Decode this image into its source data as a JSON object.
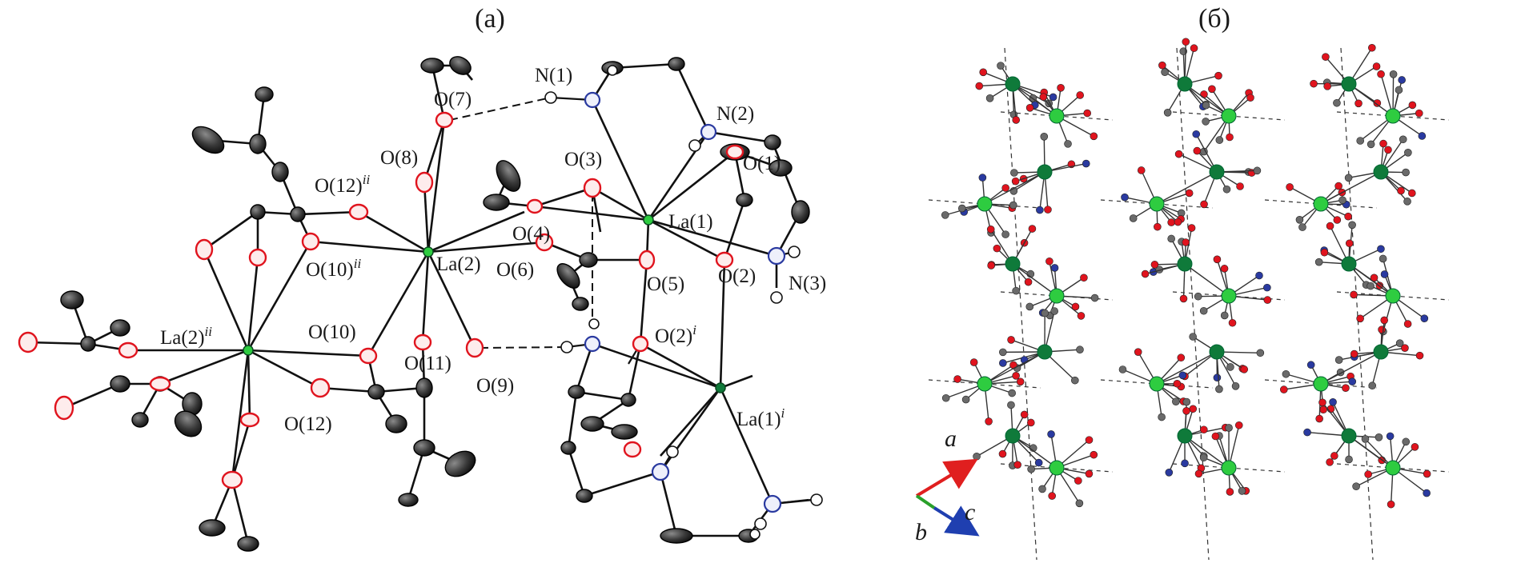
{
  "panel_a": {
    "title": "(a)",
    "labels": {
      "n1": "N(1)",
      "o7": "O(7)",
      "n2": "N(2)",
      "o8": "O(8)",
      "o3": "O(3)",
      "o1": "O(1)",
      "o12ii": "O(12)",
      "o12ii_sup": "ii",
      "o4": "O(4)",
      "la1": "La(1)",
      "o10ii": "O(10)",
      "o10ii_sup": "ii",
      "la2": "La(2)",
      "o6": "O(6)",
      "o5": "O(5)",
      "o2": "O(2)",
      "n3": "N(3)",
      "la2ii": "La(2)",
      "la2ii_sup": "ii",
      "o10": "O(10)",
      "o11": "O(11)",
      "o2i": "O(2)",
      "o2i_sup": "i",
      "o9": "O(9)",
      "o12": "O(12)",
      "la1i": "La(1)",
      "la1i_sup": "i"
    }
  },
  "panel_b": {
    "title": "(б)",
    "axes": {
      "a": "a",
      "b": "b",
      "c": "c"
    }
  },
  "colors": {
    "carbon": "#3a3a3a",
    "oxygen": "#e0141e",
    "nitrogen": "#2a3aa0",
    "la_light": "#2ecc40",
    "la_dark": "#0f7a3a",
    "axis_a": "#e01f1f",
    "axis_b": "#2aa02a",
    "axis_c": "#1f3fb0"
  }
}
